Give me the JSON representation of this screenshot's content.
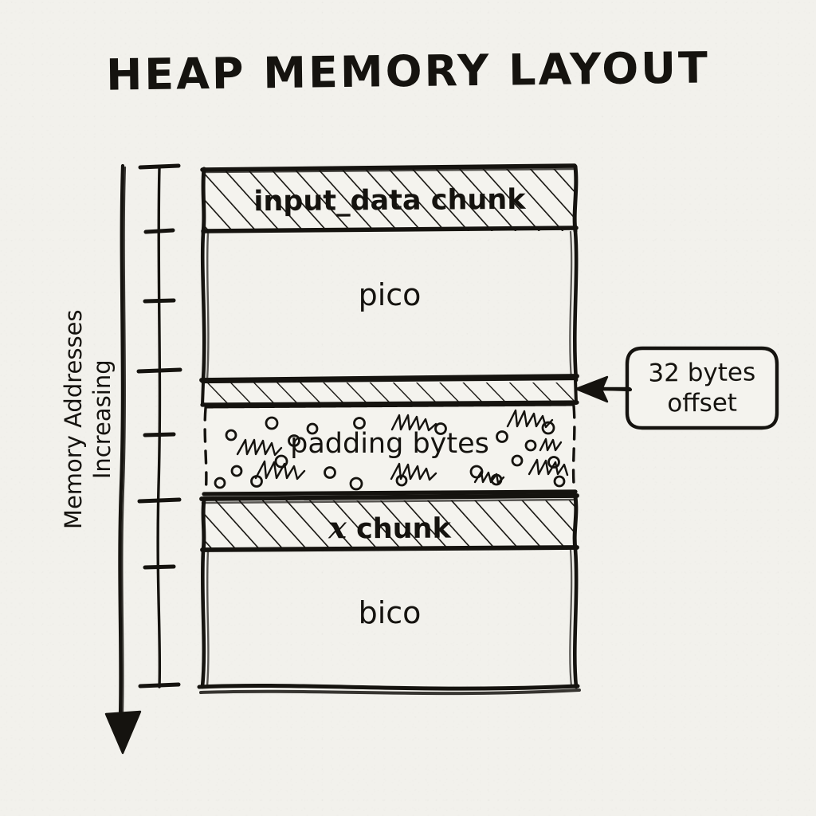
{
  "page": {
    "title": "HEAP MEMORY LAYOUT",
    "background_color": "#f2f1ec",
    "ink_color": "#15130f",
    "style": "hand-drawn sketch on paper"
  },
  "axis": {
    "label_line_1": "Memory Addresses",
    "label_line_2": "Increasing",
    "direction": "downward",
    "arrow_icon": "down-arrow-icon",
    "ruler_icon": "tick-ruler-icon",
    "tick_count": 8
  },
  "callout": {
    "line_1": "32 bytes",
    "line_2": "offset",
    "pointer_icon": "left-arrow-icon",
    "points_to": "boundary-bar-offset"
  },
  "diagram": {
    "blocks": [
      {
        "id": "input-data-chunk",
        "label": "input_data chunk",
        "fill": "hatched",
        "border": "solid",
        "emphasis": "bold"
      },
      {
        "id": "pico",
        "label": "pico",
        "fill": "empty",
        "border": "solid",
        "emphasis": "normal"
      },
      {
        "id": "boundary-bar-offset",
        "label": "",
        "fill": "hatched",
        "border": "solid",
        "emphasis": "normal"
      },
      {
        "id": "padding-bytes",
        "label": "padding bytes",
        "fill": "speckled",
        "border": "dashed",
        "emphasis": "normal"
      },
      {
        "id": "x-chunk",
        "label": "x chunk",
        "fill": "hatched",
        "border": "solid",
        "emphasis": "bold"
      },
      {
        "id": "bico",
        "label": "bico",
        "fill": "empty",
        "border": "solid",
        "emphasis": "normal"
      }
    ]
  },
  "chart_data": {
    "type": "bar",
    "title": "HEAP MEMORY LAYOUT",
    "xlabel": "",
    "ylabel": "Memory Addresses Increasing",
    "orientation": "vertical-stack",
    "categories": [
      "input_data chunk",
      "pico",
      "boundary bar (32 bytes offset)",
      "padding bytes",
      "x chunk",
      "bico"
    ],
    "values": [
      78,
      178,
      30,
      117,
      65,
      172
    ],
    "value_units": "pixels (relative block height)",
    "fills": [
      "hatched",
      "empty",
      "hatched",
      "speckled",
      "hatched",
      "empty"
    ],
    "annotations": [
      "32 bytes offset"
    ],
    "grid": false,
    "legend": "none"
  }
}
